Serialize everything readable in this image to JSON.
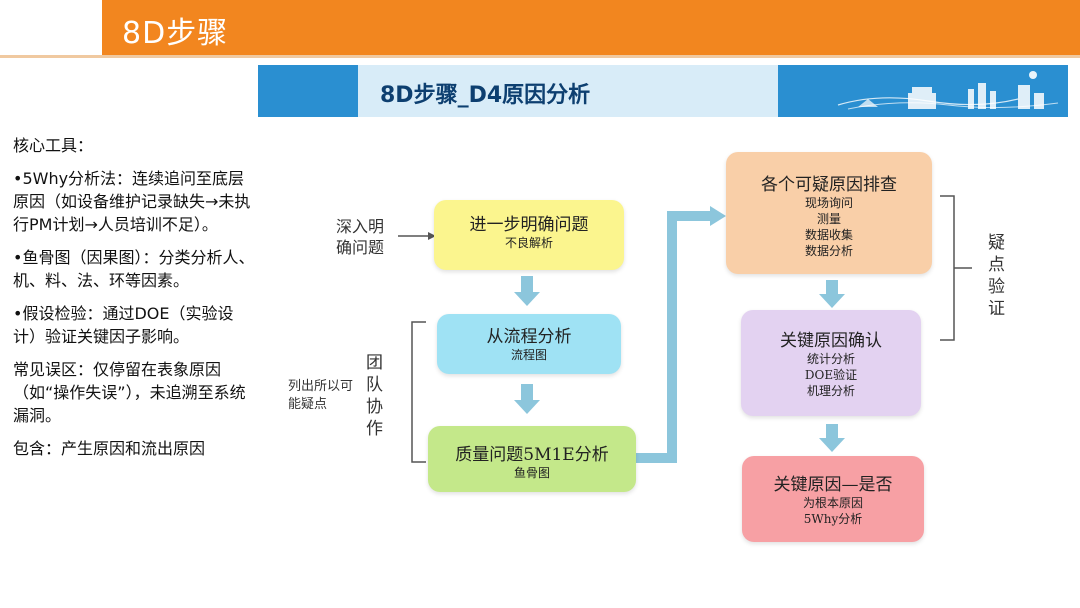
{
  "header": {
    "title": "8D步骤"
  },
  "banner": {
    "title": "8D步骤_D4原因分析"
  },
  "left_panel": {
    "tools_title": "核心工具：",
    "bullet1": "•5Why分析法：连续追问至底层原因（如设备维护记录缺失→未执行PM计划→人员培训不足）。",
    "bullet2": "•鱼骨图（因果图）：分类分析人、机、料、法、环等因素。",
    "bullet3": "•假设检验：通过DOE（实验设计）验证关键因子影响。",
    "pitfall": "常见误区：仅停留在表象原因（如“操作失误”），未追溯至系统漏洞。",
    "include": "包含：产生原因和流出原因"
  },
  "diagram": {
    "side_label_1": "深入明确问题",
    "side_label_2": "列出所以可能疑点",
    "side_label_3": "团队协作",
    "right_label": "疑点验证",
    "box1": {
      "title": "进一步明确问题",
      "sub1": "不良解析"
    },
    "box2": {
      "title": "从流程分析",
      "sub1": "流程图"
    },
    "box3": {
      "title": "质量问题5M1E分析",
      "sub1": "鱼骨图"
    },
    "box4": {
      "title": "各个可疑原因排查",
      "sub1": "现场询问",
      "sub2": "测量",
      "sub3": "数据收集",
      "sub4": "数据分析"
    },
    "box5": {
      "title": "关键原因确认",
      "sub1": "统计分析",
      "sub2": "DOE验证",
      "sub3": "机理分析"
    },
    "box6": {
      "title": "关键原因—是否",
      "sub1": "为根本原因",
      "sub2": "5Why分析"
    },
    "colors": {
      "yellow": "#fbf58e",
      "blue": "#9fe2f4",
      "green": "#c4e88a",
      "peach": "#f9cfa8",
      "lavender": "#e3d2f1",
      "pink": "#f7a0a4",
      "arrow": "#8cc6dc"
    }
  }
}
